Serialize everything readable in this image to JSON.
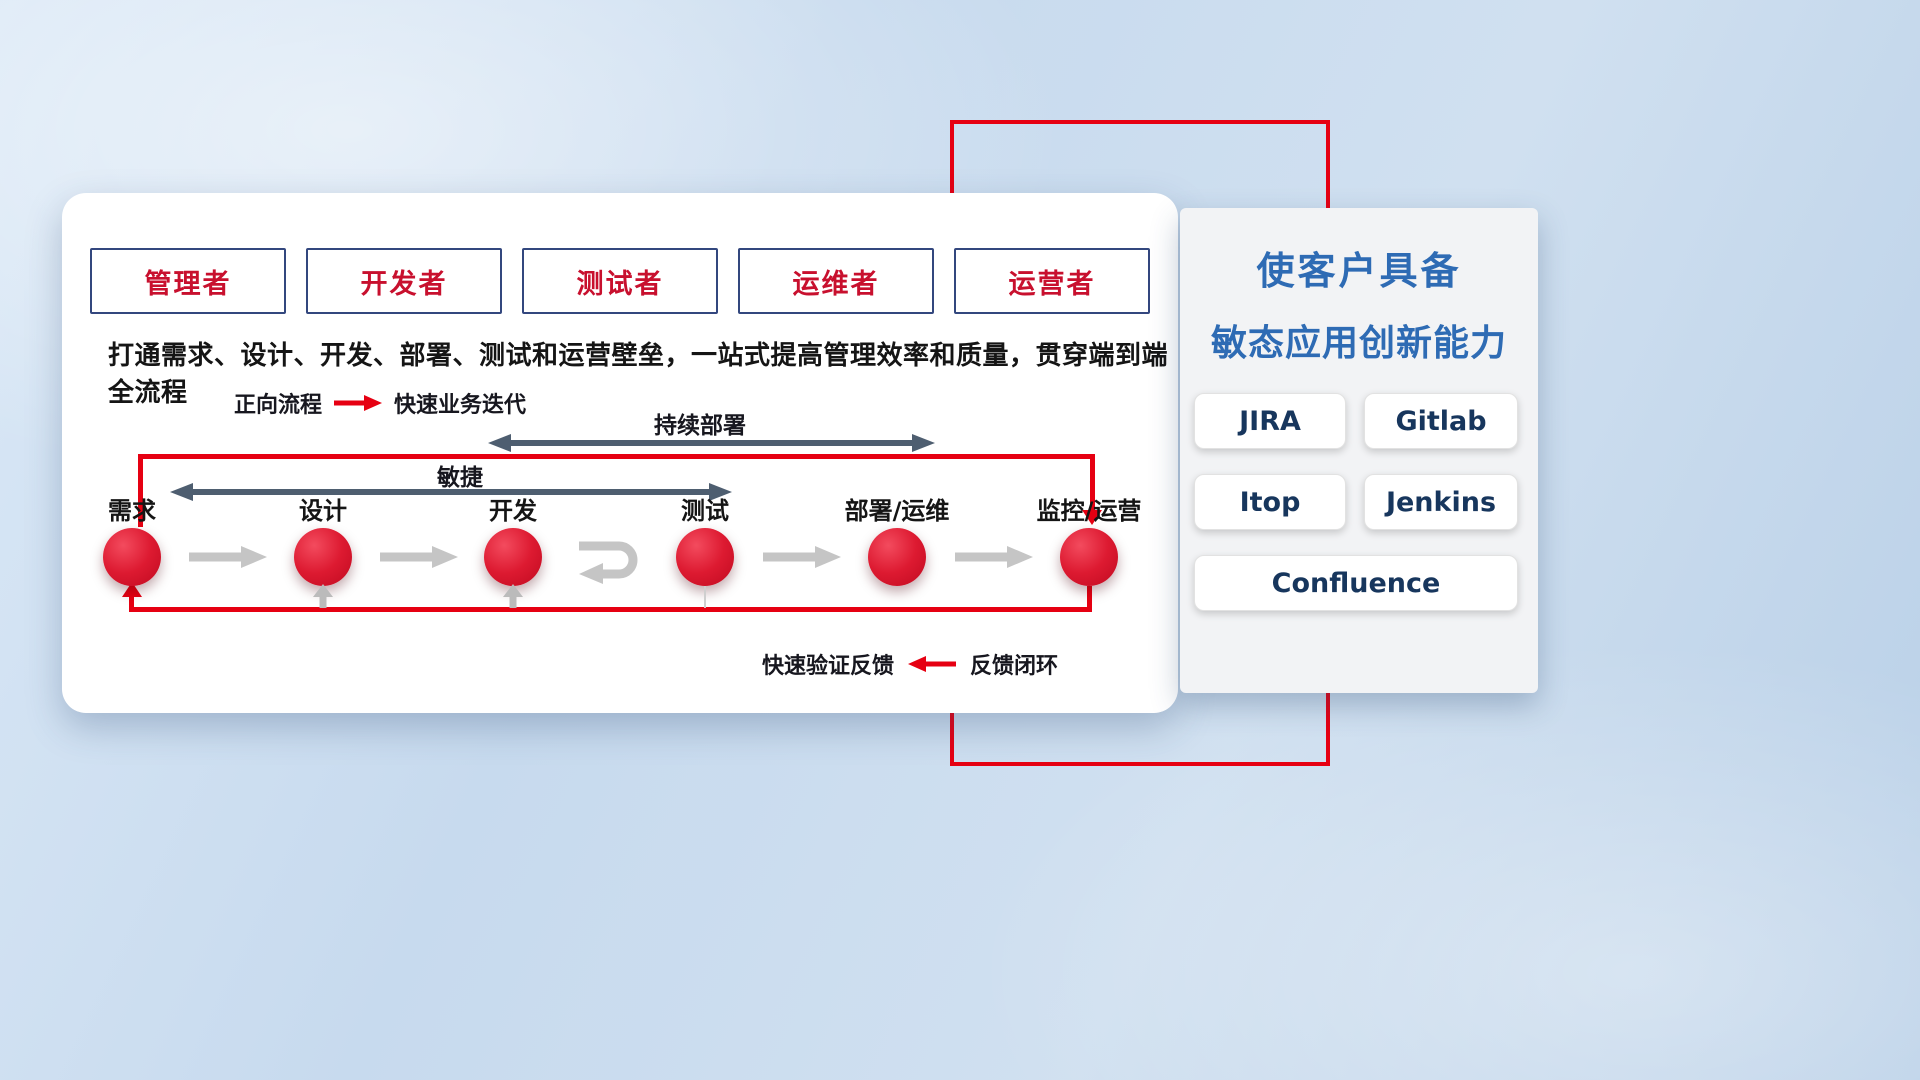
{
  "main_card": {
    "roles": [
      "管理者",
      "开发者",
      "测试者",
      "运维者",
      "运营者"
    ],
    "description": "打通需求、设计、开发、部署、测试和运营壁垒，一站式提高管理效率和质量，贯穿端到端全流程",
    "forward_legend": {
      "label": "正向流程",
      "desc": "快速业务迭代"
    },
    "continuous_deploy_label": "持续部署",
    "agile_label": "敏捷",
    "stages": [
      "需求",
      "设计",
      "开发",
      "测试",
      "部署/运维",
      "监控/运营"
    ],
    "feedback_legend": {
      "desc": "快速验证反馈",
      "label": "反馈闭环"
    }
  },
  "side_panel": {
    "title_line1": "使客户具备",
    "title_line2": "敏态应用创新能力",
    "tools": [
      "JIRA",
      "Gitlab",
      "Itop",
      "Jenkins",
      "Confluence"
    ]
  },
  "colors": {
    "accent_red": "#e60012",
    "node_red": "#dd1a31",
    "role_border_navy": "#33477e",
    "role_text_red": "#c8102e",
    "dark_arrow": "#4e5e70",
    "gray_arrow": "#c5c5c5",
    "panel_title_blue": "#2e6bb4",
    "tool_text_navy": "#17365d"
  },
  "icons": {
    "forward_arrow": "red-right-arrow",
    "feedback_arrow": "red-left-arrow",
    "continuous_deploy_arrow": "dark-double-arrow",
    "agile_arrow": "dark-double-arrow",
    "flow_arrow": "gray-right-arrow",
    "iteration_loop": "gray-loop-arrow",
    "feedback_up_arrow": "gray-up-arrow"
  }
}
